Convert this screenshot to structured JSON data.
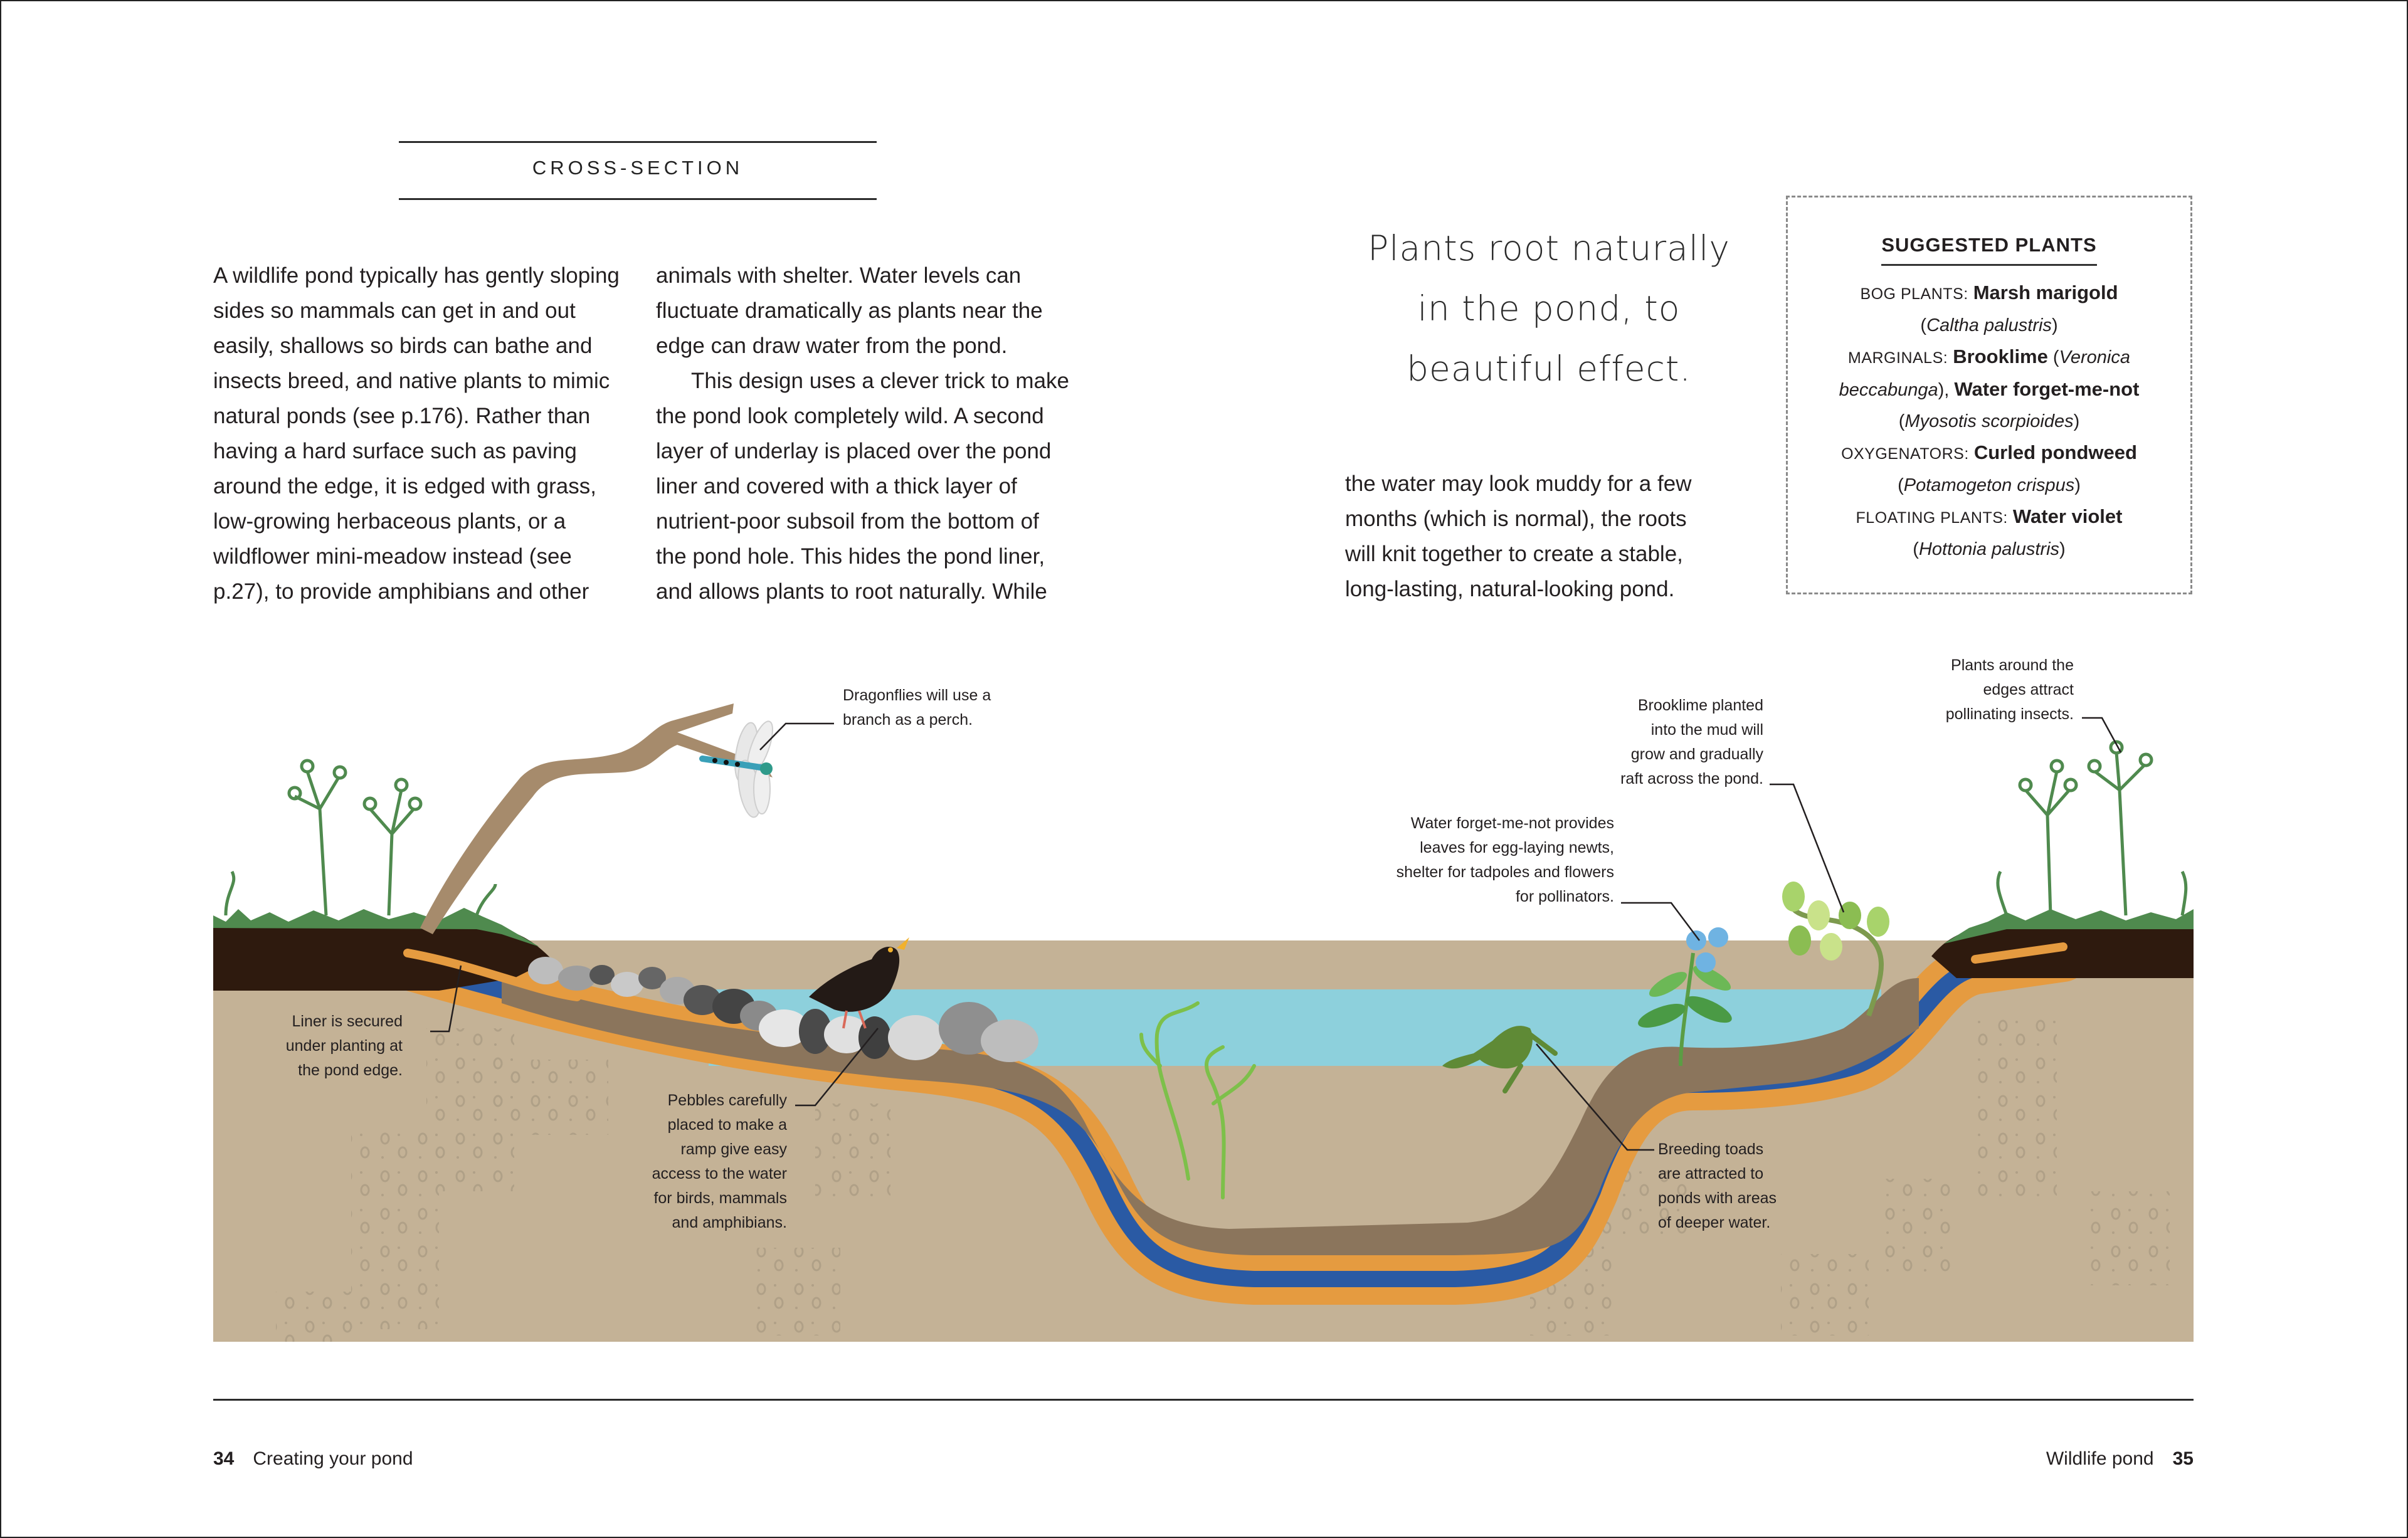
{
  "section_label": "CROSS-SECTION",
  "body_text": {
    "column_1": "A wildlife pond typically has gently sloping sides so mammals can get in and out easily, shallows so birds can bathe and insects breed, and native plants to mimic natural ponds (see p.176). Rather than having a hard surface such as paving around the edge, it is edged with grass, low-growing herbaceous plants, or a wildflower mini-meadow instead (see p.27), to provide amphibians and other",
    "column_2_para_1": "animals with shelter. Water levels can fluctuate dramatically as plants near the edge can draw water from the pond.",
    "column_2_para_2": "This design uses a clever trick to make the pond look completely wild. A second layer of underlay is placed over the pond liner and covered with a thick layer of nutrient-poor subsoil from the bottom of the pond hole. This hides the pond liner, and allows plants to root naturally. While",
    "column_3": "the water may look muddy for a few months (which is normal), the roots will knit together to create a stable, long-lasting, natural-looking pond."
  },
  "pull_quote": {
    "line_1": "Plants root naturally",
    "line_2": "in the pond, to",
    "line_3": "beautiful effect."
  },
  "suggested_plants": {
    "title": "SUGGESTED PLANTS",
    "groups": [
      {
        "category": "BOG PLANTS:",
        "plants": [
          {
            "common": "Marsh marigold",
            "latin": "Caltha palustris"
          }
        ]
      },
      {
        "category": "MARGINALS:",
        "plants": [
          {
            "common": "Brooklime",
            "latin": "Veronica beccabunga"
          },
          {
            "common": "Water forget-me-not",
            "latin": "Myosotis scorpioides"
          }
        ]
      },
      {
        "category": "OXYGENATORS:",
        "plants": [
          {
            "common": "Curled pondweed",
            "latin": "Potamogeton crispus"
          }
        ]
      },
      {
        "category": "FLOATING PLANTS:",
        "plants": [
          {
            "common": "Water violet",
            "latin": "Hottonia palustris"
          }
        ]
      }
    ]
  },
  "diagram": {
    "colors": {
      "water": "#8dd0dc",
      "subsoil": "#c4b296",
      "mud_layer": "#8b755c",
      "topsoil": "#2e1a0e",
      "grass": "#4f8a4e",
      "underlay": "#e59b40",
      "liner": "#2a5aa4",
      "branch": "#a68b6c",
      "weed": "#7dc04a"
    },
    "callouts": {
      "dragonfly": [
        "Dragonflies will use a",
        "branch as a perch."
      ],
      "liner": [
        "Liner is secured",
        "under planting at",
        "the pond edge."
      ],
      "pebbles": [
        "Pebbles carefully",
        "placed to make a",
        "ramp give easy",
        "access to the water",
        "for birds, mammals",
        "and amphibians."
      ],
      "forget_me_not": [
        "Water forget-me-not provides",
        "leaves for egg-laying newts,",
        "shelter for tadpoles and flowers",
        "for pollinators."
      ],
      "brooklime": [
        "Brooklime planted",
        "into the mud will",
        "grow and gradually",
        "raft across the pond."
      ],
      "edge_plants": [
        "Plants around the",
        "edges attract",
        "pollinating insects."
      ],
      "toads": [
        "Breeding toads",
        "are attracted to",
        "ponds with areas",
        "of deeper water."
      ]
    }
  },
  "footer": {
    "left_page_number": "34",
    "left_title": "Creating your pond",
    "right_title": "Wildlife pond",
    "right_page_number": "35"
  }
}
